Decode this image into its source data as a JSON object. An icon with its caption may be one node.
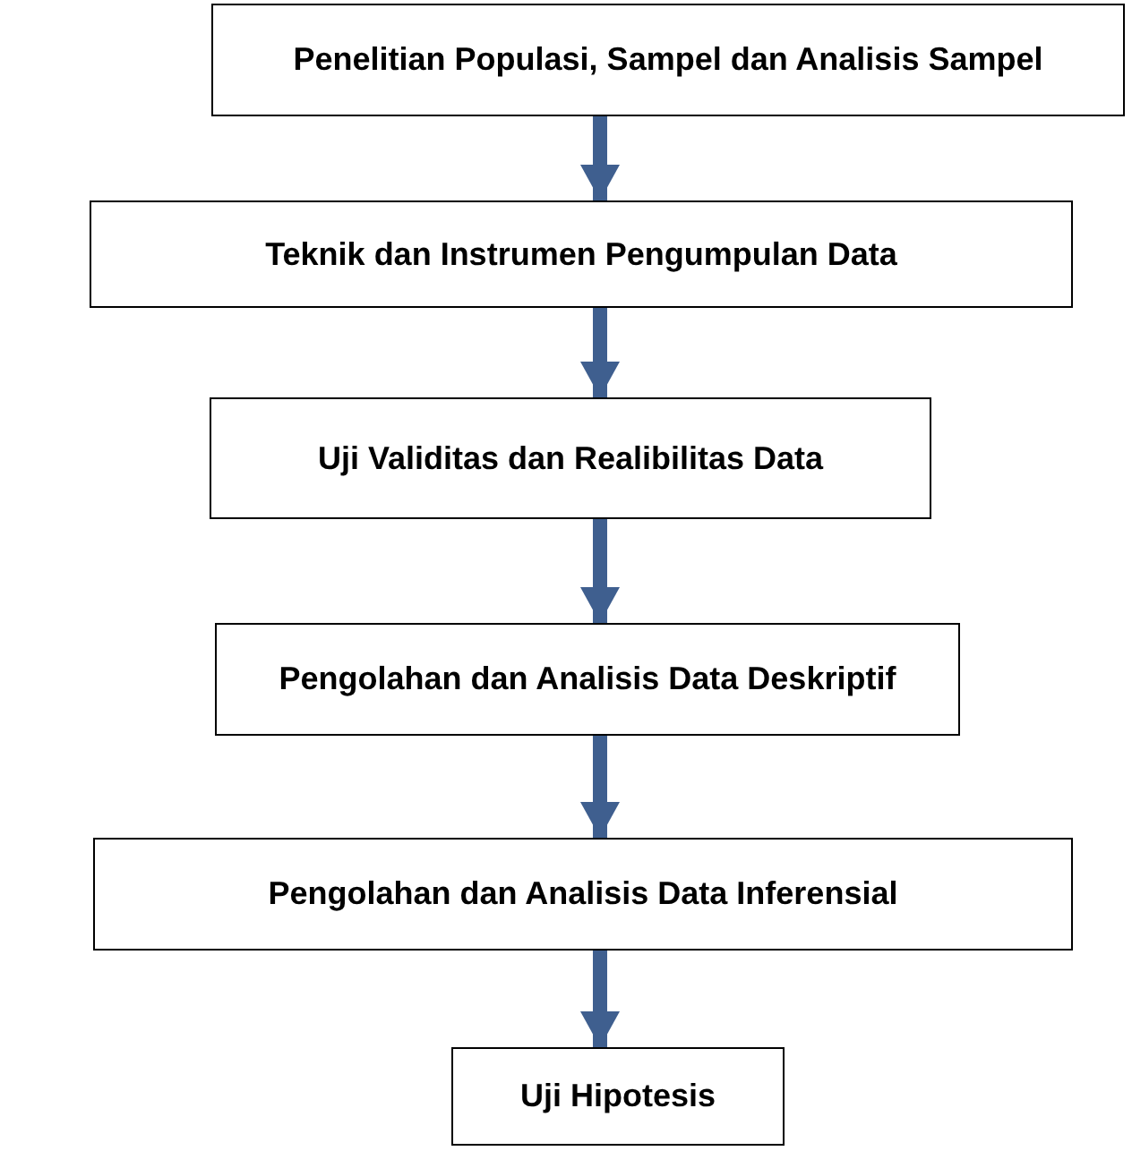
{
  "diagram": {
    "nodes": [
      {
        "text": [
          "Penelitian Populasi, Sampel dan Analisis Sampel"
        ]
      },
      {
        "text": [
          "Teknik dan Instrumen Pengumpulan Data"
        ]
      },
      {
        "text": [
          "Uji Validitas dan Realibilitas Data"
        ]
      },
      {
        "text": [
          "Pengolahan dan Analisis Data Deskriptif"
        ]
      },
      {
        "text": [
          "Pengolahan dan Analisis Data Inferensial"
        ]
      },
      {
        "text": [
          "Uji Hipotesis"
        ]
      }
    ],
    "edges": [
      {
        "from": 0,
        "to": 1,
        "arrow": "to"
      },
      {
        "from": 1,
        "to": 2,
        "arrow": "to"
      },
      {
        "from": 2,
        "to": 3,
        "arrow": "to"
      },
      {
        "from": 3,
        "to": 4,
        "arrow": "to"
      },
      {
        "from": 4,
        "to": 5,
        "arrow": "to"
      }
    ]
  }
}
